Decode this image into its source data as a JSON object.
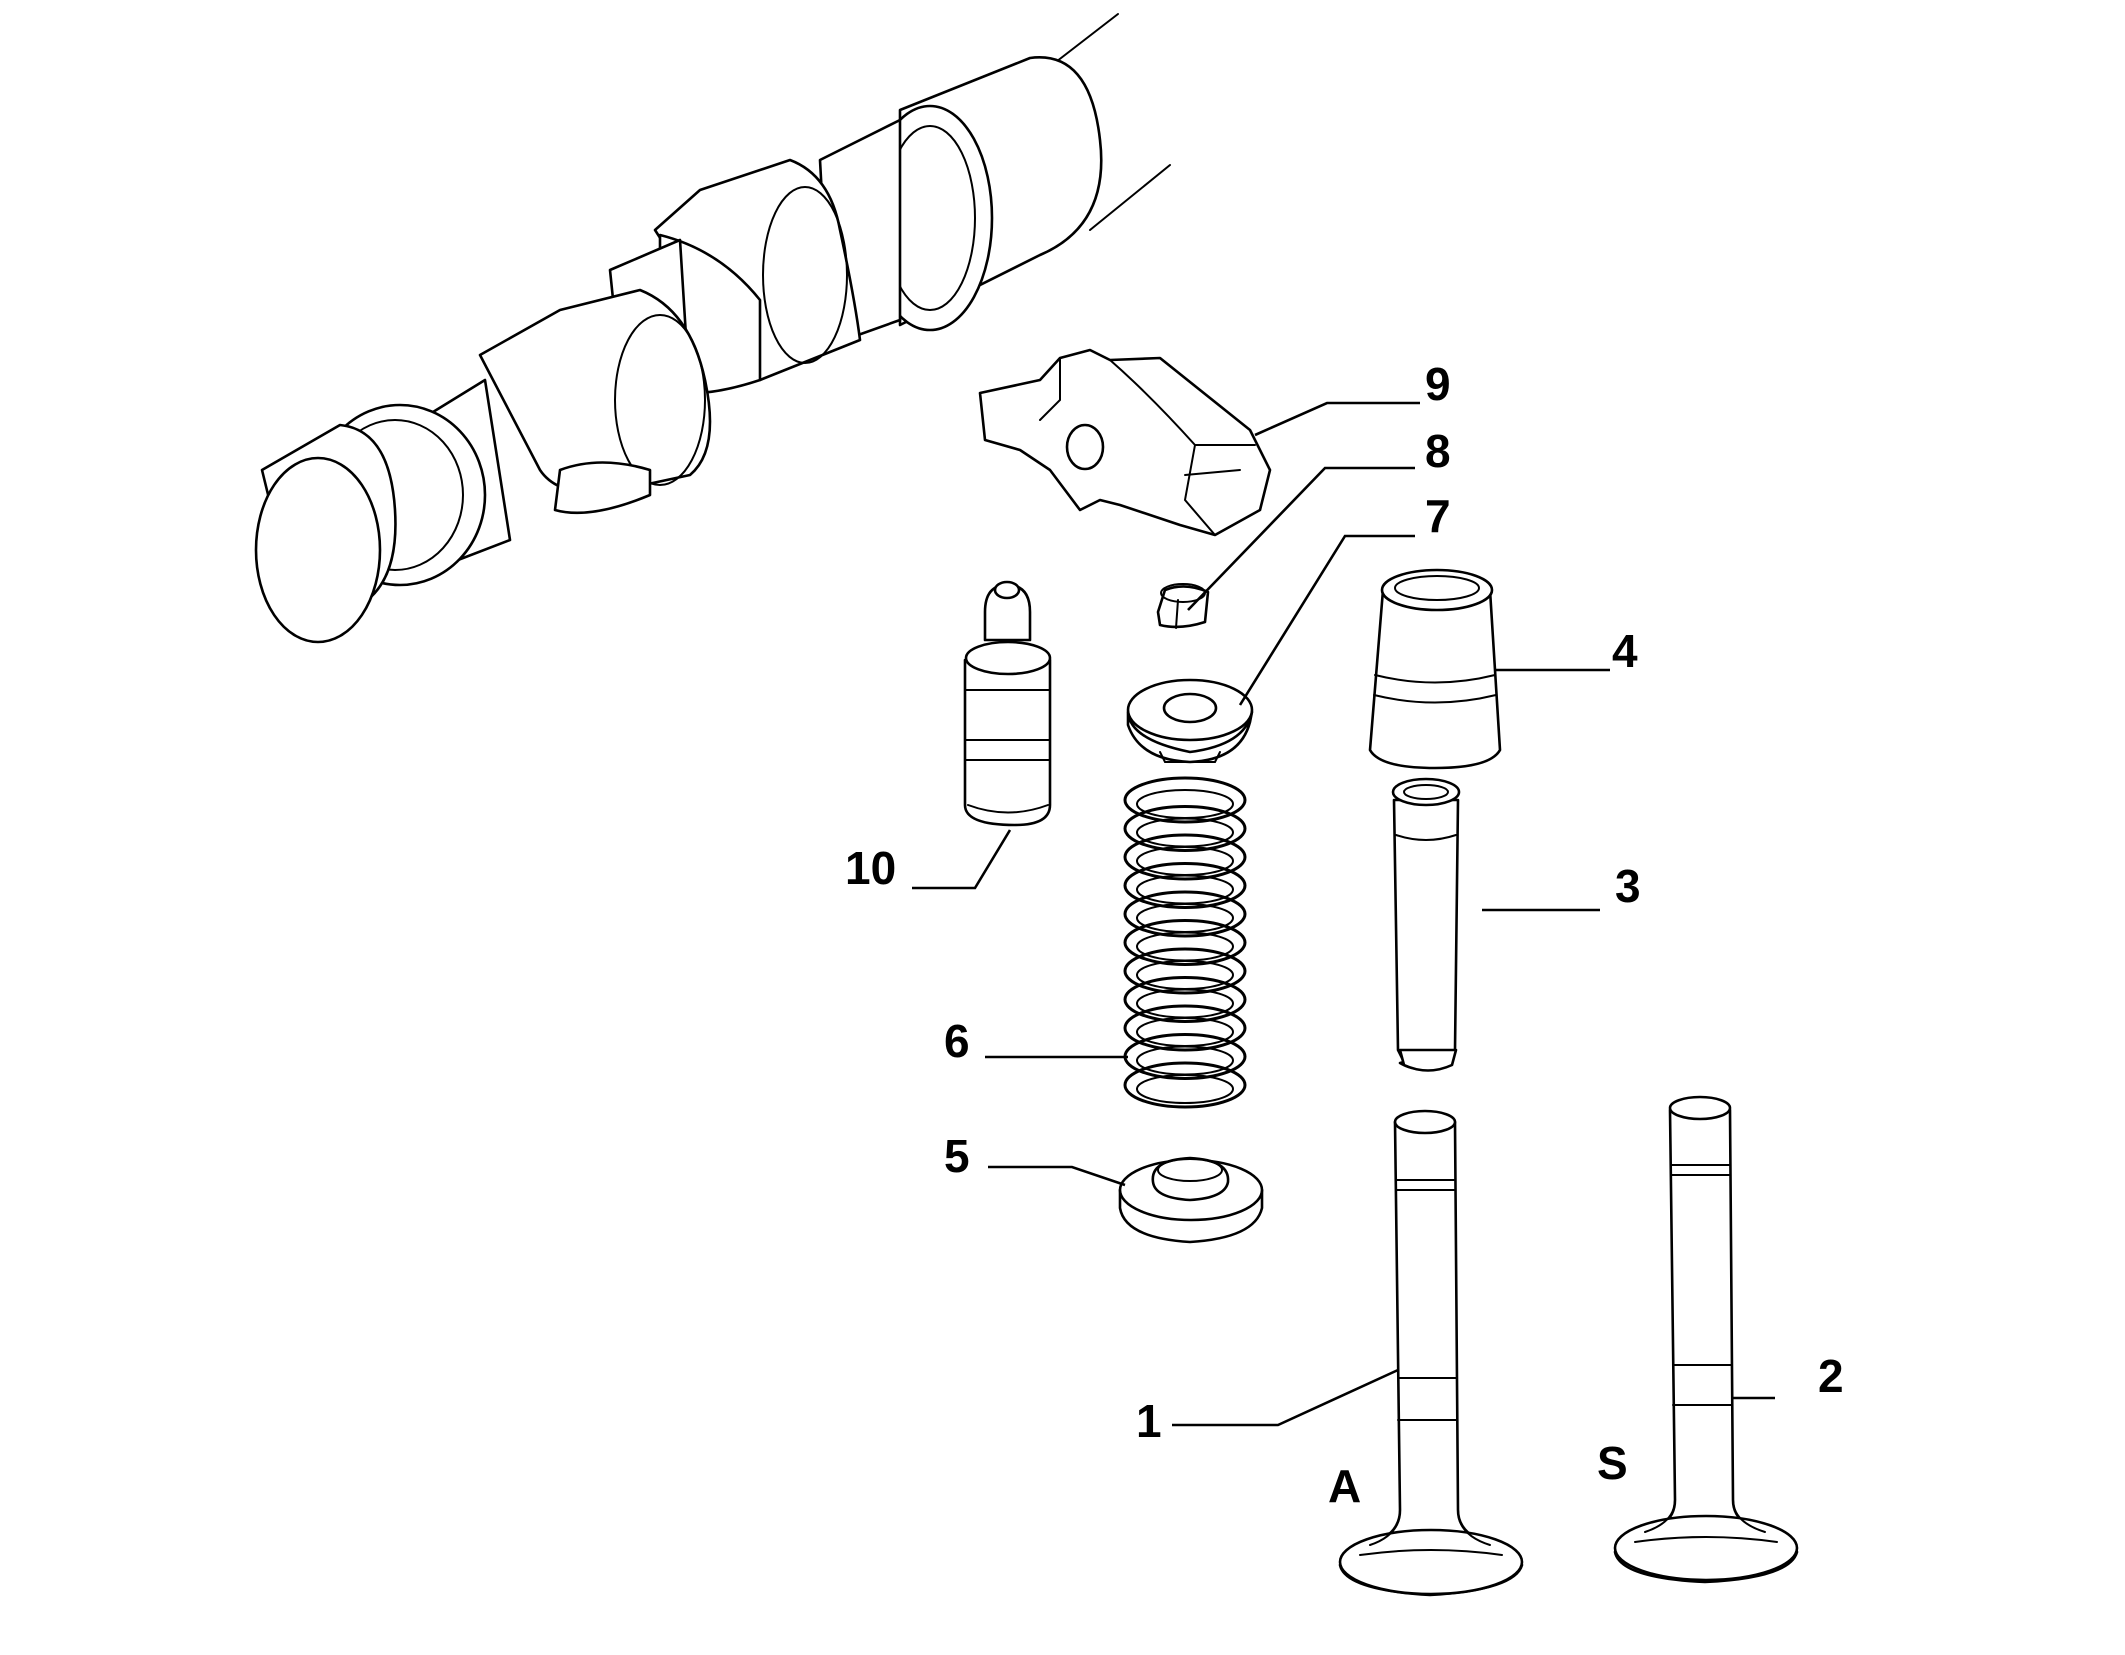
{
  "callouts": [
    {
      "id": "1",
      "text": "1"
    },
    {
      "id": "2",
      "text": "2"
    },
    {
      "id": "3",
      "text": "3"
    },
    {
      "id": "4",
      "text": "4"
    },
    {
      "id": "5",
      "text": "5"
    },
    {
      "id": "6",
      "text": "6"
    },
    {
      "id": "7",
      "text": "7"
    },
    {
      "id": "8",
      "text": "8"
    },
    {
      "id": "9",
      "text": "9"
    },
    {
      "id": "10",
      "text": "10"
    }
  ],
  "valve_markers": {
    "intake": "A",
    "exhaust": "S"
  },
  "colors": {
    "line": "#000000",
    "background": "#ffffff"
  }
}
